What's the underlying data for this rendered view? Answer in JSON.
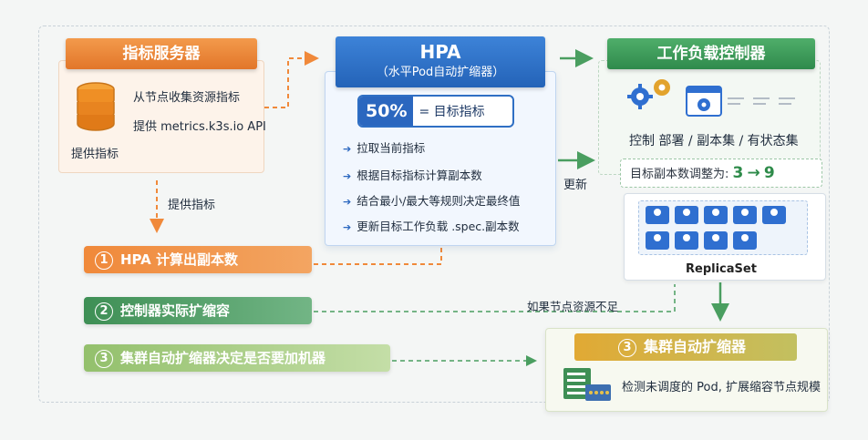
{
  "metrics_server": {
    "title": "指标服务器",
    "line1": "从节点收集资源指标",
    "line2": "提供 metrics.k3s.io API",
    "provide": "提供指标"
  },
  "provide_metrics_arrow_label": "提供指标",
  "hpa": {
    "title": "HPA",
    "subtitle": "（水平Pod自动扩缩器）",
    "target_value": "50%",
    "target_label": "= 目标指标",
    "steps": [
      "拉取当前指标",
      "根据目标指标计算副本数",
      "结合最小/最大等规则决定最终值",
      "更新目标工作负载 .spec.副本数"
    ]
  },
  "update_label": "更新",
  "workload": {
    "title": "工作负载控制器",
    "desc": "控制 部署 / 副本集 / 有状态集",
    "replica_adjust_label": "目标副本数调整为:",
    "replica_from": "3",
    "replica_arrow": "→",
    "replica_to": "9"
  },
  "replicaset": {
    "label": "ReplicaSet"
  },
  "insufficient_label": "如果节点资源不足",
  "steps_bars": [
    {
      "num": "1",
      "label": "HPA 计算出副本数"
    },
    {
      "num": "2",
      "label": "控制器实际扩缩容"
    },
    {
      "num": "3",
      "label": "集群自动扩缩器决定是否要加机器"
    }
  ],
  "cluster_autoscaler": {
    "num": "3",
    "title": "集群自动扩缩器",
    "desc": "检测未调度的 Pod, 扩展缩容节点规模"
  },
  "colors": {
    "orange": "#f0893a",
    "blue": "#2b67bf",
    "green": "#3e8f55",
    "light_green": "#93c06c",
    "gold": "#e1a934"
  }
}
